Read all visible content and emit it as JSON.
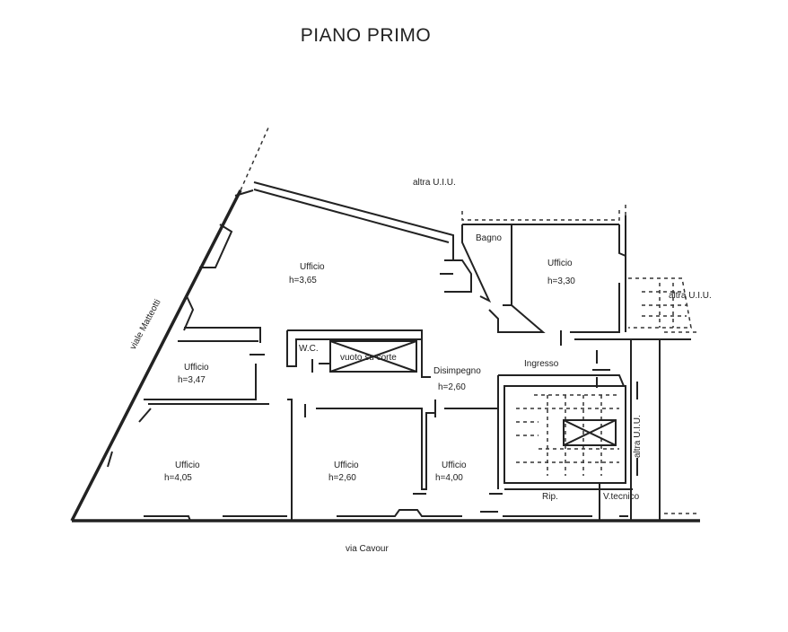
{
  "title": "PIANO PRIMO",
  "streets": {
    "left": "viale Matteotti",
    "bottom": "via Cavour"
  },
  "labels": {
    "altra_uiu_top": "altra U.I.U.",
    "altra_uiu_right": "altra U.I.U.",
    "altra_uiu_stairs": "altra U.I.U.",
    "bagno": "Bagno",
    "ufficio_main": "Ufficio",
    "ufficio_main_h": "h=3,65",
    "ufficio_right": "Ufficio",
    "ufficio_right_h": "h=3,30",
    "wc": "W.C.",
    "vuoto": "vuoto su corte",
    "ufficio_small": "Ufficio",
    "ufficio_small_h": "h=3,47",
    "disimpegno": "Disimpegno",
    "disimpegno_h": "h=2,60",
    "ingresso": "Ingresso",
    "ufficio_bl": "Ufficio",
    "ufficio_bl_h": "h=4,05",
    "ufficio_bm": "Ufficio",
    "ufficio_bm_h": "h=2,60",
    "ufficio_br": "Ufficio",
    "ufficio_br_h": "h=4,00",
    "rip": "Rip.",
    "vtecnico": "V.tecnico"
  }
}
